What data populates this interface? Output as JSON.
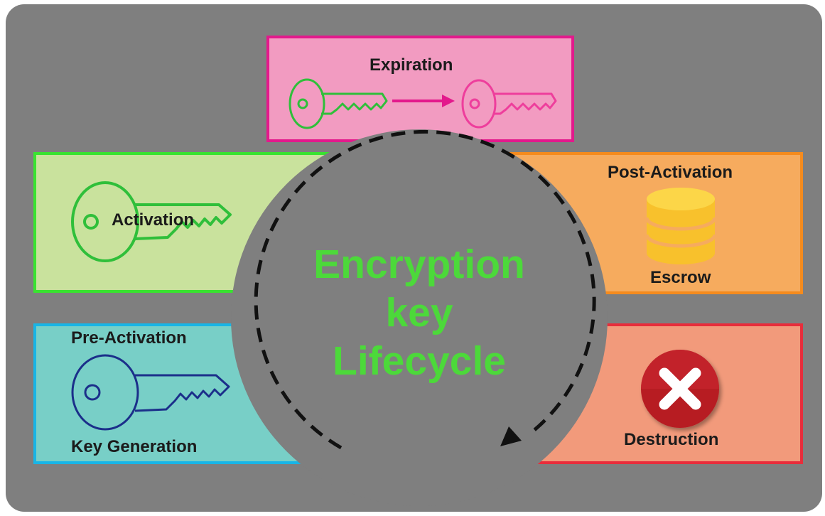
{
  "title_lines": [
    "Encryption",
    "key",
    "Lifecycle"
  ],
  "stages": {
    "expiration": "Expiration",
    "activation": "Activation",
    "post_activation": "Post-Activation",
    "escrow": "Escrow",
    "pre_activation": "Pre-Activation",
    "key_generation": "Key Generation",
    "destruction": "Destruction"
  },
  "icons": {
    "expiration": [
      "key-icon",
      "arrow-right-icon",
      "key-icon"
    ],
    "activation": "key-icon",
    "post_activation": "database-icon",
    "pre_activation": "key-icon",
    "destruction": "close-icon"
  },
  "colors": {
    "background": "#7f7f7f",
    "title": "#4cd93a",
    "expiration_fill": "#f29bc1",
    "activation_fill": "#c9e29d",
    "post_activation_fill": "#f6ab5e",
    "pre_activation_fill": "#78cfc7",
    "destruction_fill": "#f29a7b"
  }
}
